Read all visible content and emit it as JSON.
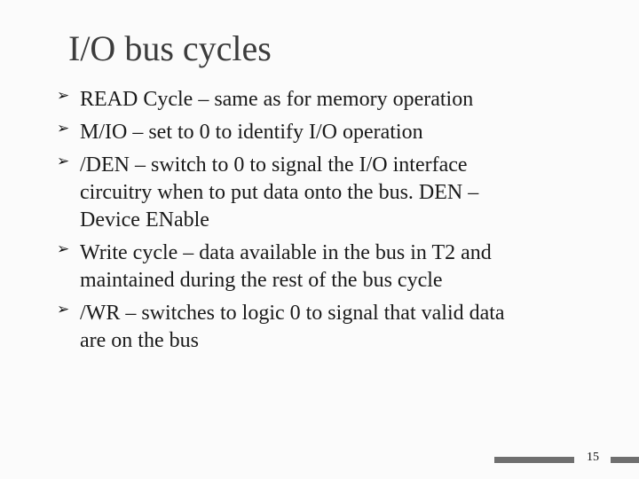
{
  "slide": {
    "title": "I/O bus cycles",
    "bullet_glyph": "➢",
    "bullets": [
      {
        "lines": [
          "READ Cycle – same as for memory operation"
        ]
      },
      {
        "lines": [
          "M/IO – set to 0 to identify I/O operation"
        ]
      },
      {
        "lines": [
          "/DEN – switch to 0 to signal the I/O interface",
          "circuitry when to put data onto the bus. DEN –",
          "Device ENable"
        ]
      },
      {
        "lines": [
          "Write cycle – data available in the bus in T2 and",
          "maintained during the rest of the bus cycle"
        ]
      },
      {
        "lines": [
          "/WR – switches to logic 0 to signal that valid data",
          "are on the bus"
        ]
      }
    ],
    "footer": {
      "page_number": "15"
    },
    "colors": {
      "background": "#fbfbfb",
      "title_text": "#3c3c3c",
      "body_text": "#1a1a1a",
      "footer_bar": "#6f6f6f"
    }
  }
}
